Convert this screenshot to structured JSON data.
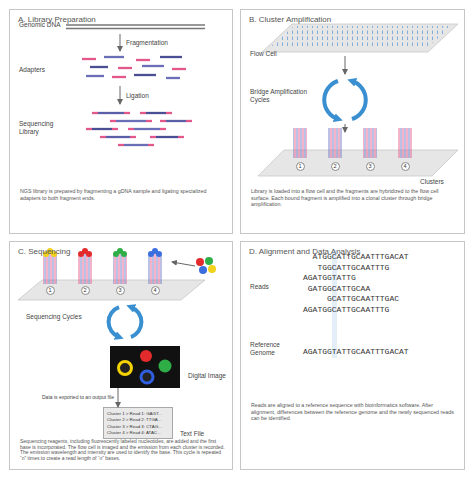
{
  "diagram": {
    "nodes": [
      {
        "text": [
          "A. Library Preparation",
          "NGS library is prepared by fragmenting a gDNA sample and ligating specialized adapters to both fragment ends."
        ]
      },
      {
        "text": [
          "B. Cluster Amplification",
          "Library is loaded into a flow cell and the fragments are hybridized to the flow cell surface. Each bound fragment is amplified into a clonal cluster through bridge amplification."
        ]
      },
      {
        "text": [
          "C. Sequencing",
          "Sequencing reagents, including fluorescently labeled nucleotides, are added and the first base is incorporated. The flow cell is imaged and the emission from each cluster is recorded. The emission wavelength and intensity are used to identify the base. This cycle is repeated “n” times to create a read length of “n” bases."
        ]
      },
      {
        "text": [
          "Digital Image"
        ],
        "in": 2
      },
      {
        "text": [
          "Cluster 1 > Read 1: GAGT...",
          "Cluster 2 > Read 2: TTGA...",
          "Cluster 3 > Read 3: CTAG...",
          "Cluster 4 > Read 4: ATAC...",
          "Text File"
        ],
        "in": 2
      },
      {
        "text": [
          "D. Alignment and Data Analysis",
          "Reads are aligned to a reference sequence with bioinformatics software. After alignment, differences between the reference genome and the newly sequenced reads can be identified."
        ]
      }
    ],
    "edges": [
      {
        "from": 3,
        "to": 4,
        "arrow": "to",
        "label": "Data is exported to an output file"
      }
    ],
    "labels": [
      "Genomic DNA",
      "Fragmentation",
      "Adapters",
      "Ligation",
      "Sequencing Library",
      "Flow Cell",
      "Bridge Amplification Cycles",
      "Clusters",
      "1",
      "2",
      "3",
      "4",
      "1",
      "2",
      "3",
      "4",
      "Sequencing Cycles",
      "Reads",
      "ATGGCATTGCAATTTGACAT",
      "TGGCATTGCAATTTG",
      "AGATGGTATTG",
      "GATGGCATTGCAA",
      "GCATTGCAATTTGAC",
      "AGATGGCATTGCAATTTG",
      "Reference Genome",
      "AGATGGTATTGCAATTTGACAT"
    ]
  }
}
